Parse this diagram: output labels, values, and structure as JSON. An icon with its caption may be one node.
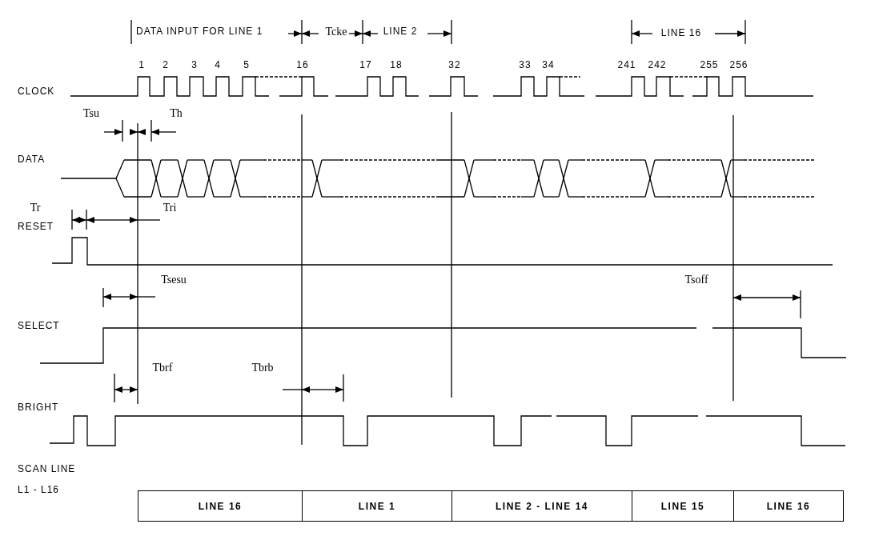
{
  "diagram": {
    "nodes": [
      {
        "text": [
          "LINE 16"
        ]
      },
      {
        "text": [
          "LINE 1"
        ]
      },
      {
        "text": [
          "LINE 2 - LINE 14"
        ]
      },
      {
        "text": [
          "LINE 15"
        ]
      },
      {
        "text": [
          "LINE 16"
        ]
      }
    ],
    "labels": [
      "DATA INPUT FOR LINE 1",
      "Tcke",
      "LINE 2",
      "LINE 16",
      "1",
      "2",
      "3",
      "4",
      "5",
      "16",
      "17",
      "18",
      "32",
      "33",
      "34",
      "241",
      "242",
      "255",
      "256",
      "CLOCK",
      "Tsu",
      "Th",
      "DATA",
      "Tr",
      "Tri",
      "RESET",
      "Tsesu",
      "Tsoff",
      "SELECT",
      "Tbrf",
      "Tbrb",
      "BRIGHT",
      "SCAN LINE",
      "L1 - L16"
    ]
  }
}
